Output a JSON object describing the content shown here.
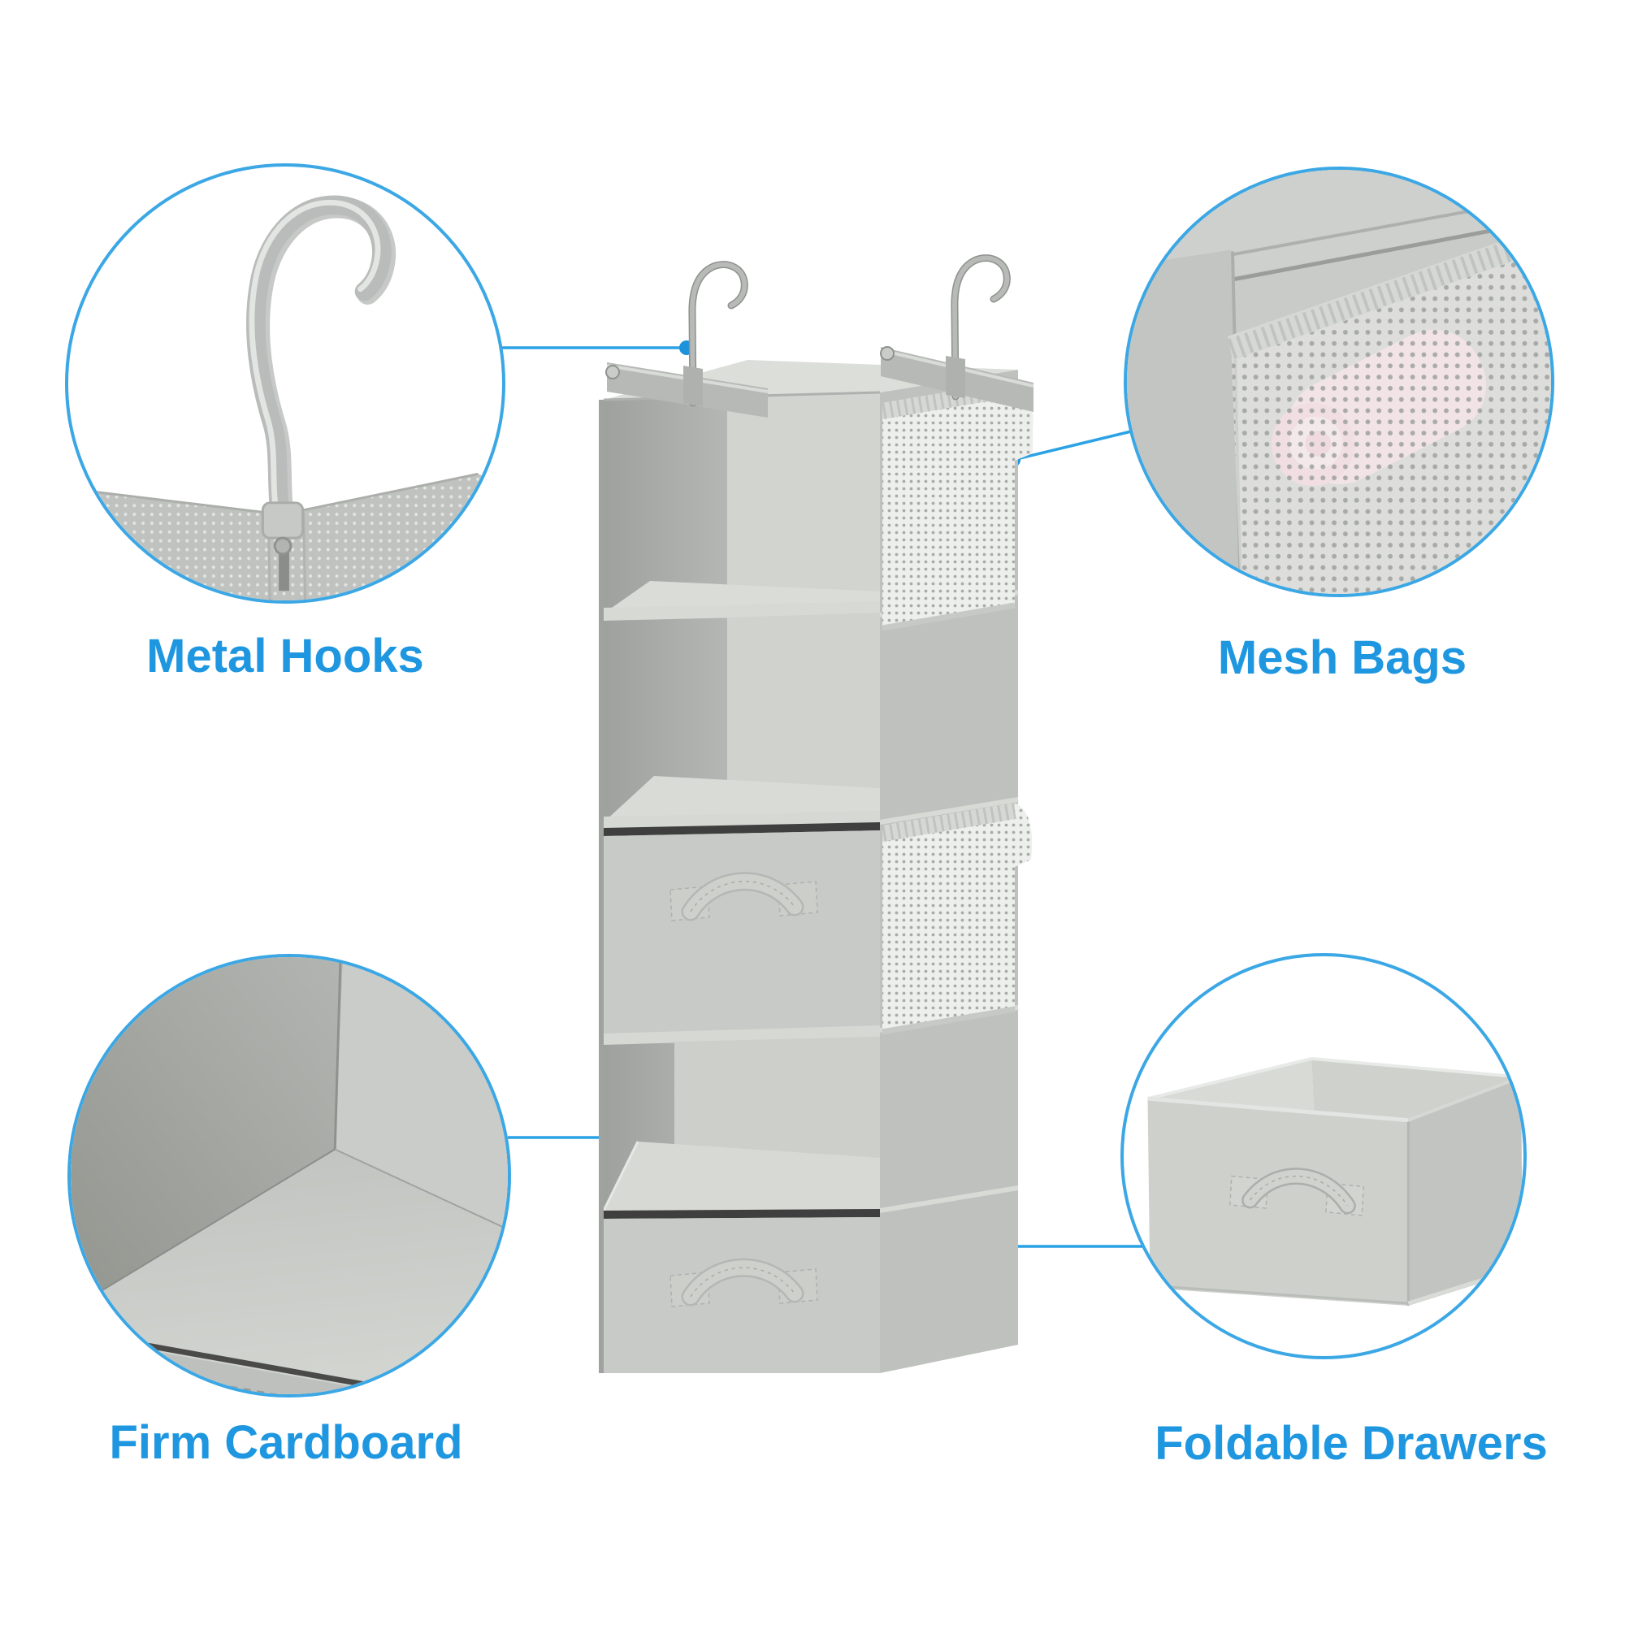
{
  "image_type": "product-feature-callout-diagram",
  "product": {
    "subject": "gray hanging closet organizer with shelves and drawers",
    "parts": [
      "metal-hook",
      "mesh-side-pocket",
      "open-shelf",
      "fabric-drawer",
      "cardboard-shelf"
    ]
  },
  "callouts": {
    "metal_hooks": {
      "label": "Metal Hooks"
    },
    "mesh_bags": {
      "label": "Mesh Bags"
    },
    "firm_cardboard": {
      "label": "Firm Cardboard"
    },
    "foldable_drawers": {
      "label": "Foldable Drawers"
    }
  },
  "colors": {
    "background": "#FFFFFF",
    "label_blue": "#1F97E0",
    "connector_blue": "#2BA2E4",
    "connector_dot_blue": "#1D93DC",
    "circle_border_blue": "#3BA7E5",
    "fabric_gray": "#C4C7C3",
    "fabric_dark_gray": "#A9ACA8",
    "fabric_light_gray": "#D8DAD6",
    "mesh_white": "#EFF1EE",
    "towel_pink": "#F2D7DD",
    "hook_silver": "#B9BCBA"
  }
}
